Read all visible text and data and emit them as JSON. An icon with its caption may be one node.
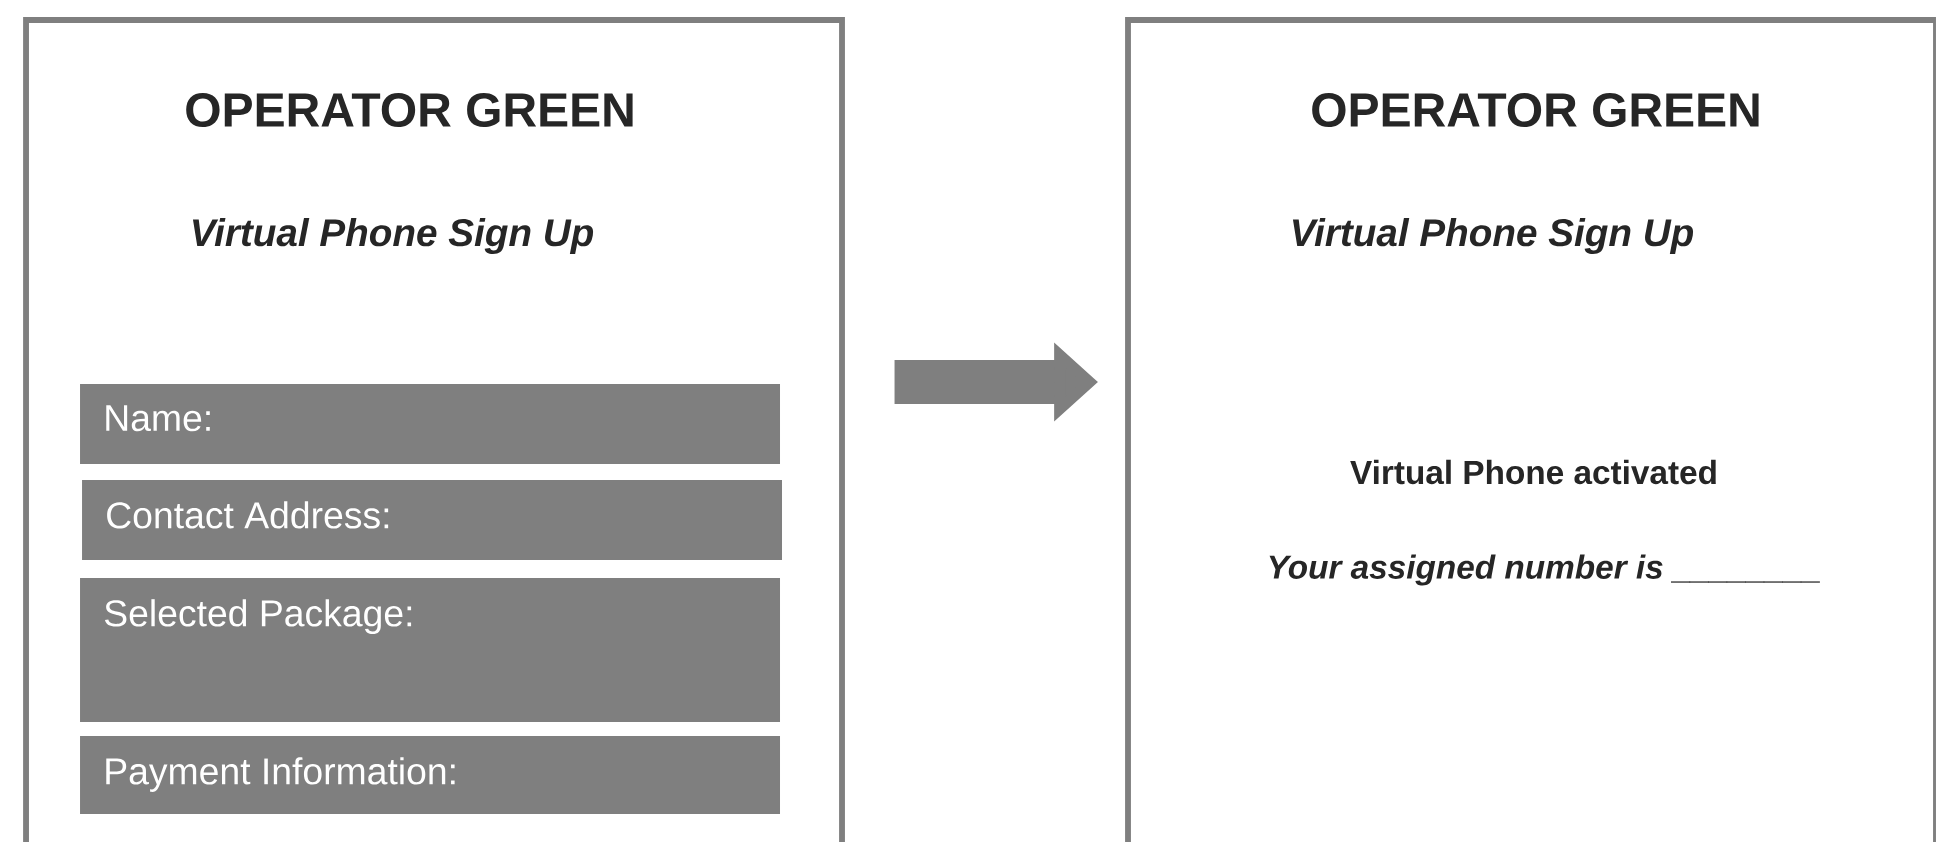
{
  "diagram": {
    "nodes": [
      {
        "text": [
          "OPERATOR GREEN",
          "Virtual Phone Sign Up"
        ]
      },
      {
        "text": [
          "Name:"
        ],
        "in": 0
      },
      {
        "text": [
          "Contact Address:"
        ],
        "in": 0
      },
      {
        "text": [
          "Selected Package:"
        ],
        "in": 0
      },
      {
        "text": [
          "Payment Information:"
        ],
        "in": 0
      },
      {
        "text": [
          "OPERATOR GREEN",
          "Virtual Phone Sign Up",
          "Virtual Phone activated",
          "Your assigned number is ________"
        ]
      }
    ],
    "edges": [
      {
        "from": 0,
        "to": 5,
        "arrow": "to"
      }
    ]
  }
}
